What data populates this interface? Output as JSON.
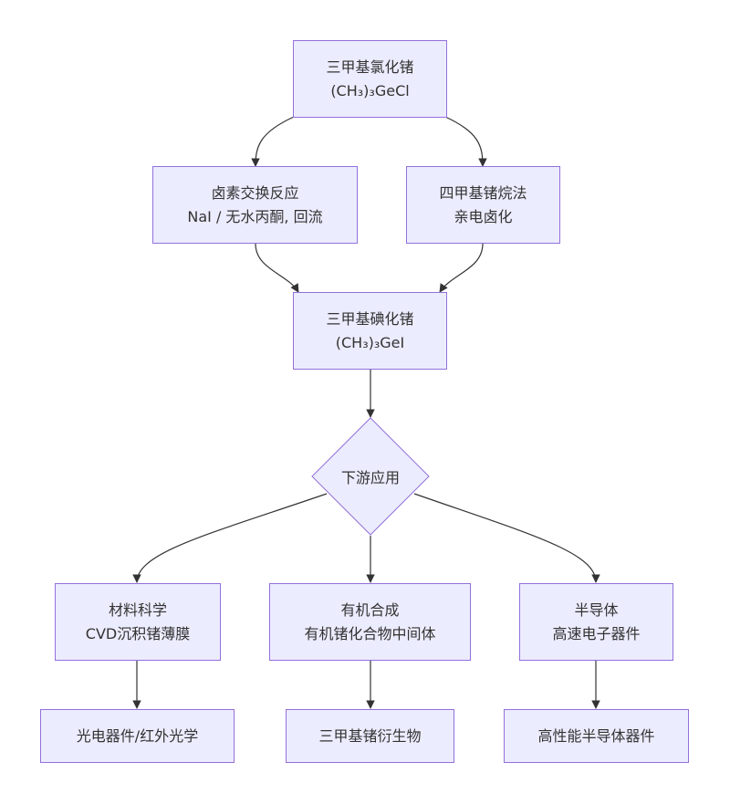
{
  "nodes": {
    "start": {
      "line1": "三甲基氯化锗",
      "line2": "(CH₃)₃GeCl"
    },
    "halogen_exchange": {
      "line1": "卤素交换反应",
      "line2": "NaI / 无水丙酮, 回流"
    },
    "tetramethyl": {
      "line1": "四甲基锗烷法",
      "line2": "亲电卤化"
    },
    "product": {
      "line1": "三甲基碘化锗",
      "line2": "(CH₃)₃GeI"
    },
    "decision": {
      "label": "下游应用"
    },
    "materials": {
      "line1": "材料科学",
      "line2": "CVD沉积锗薄膜"
    },
    "organic": {
      "line1": "有机合成",
      "line2": "有机锗化合物中间体"
    },
    "semiconductor": {
      "line1": "半导体",
      "line2": "高速电子器件"
    },
    "optoelectronic": {
      "line1": "光电器件/红外光学"
    },
    "derivatives": {
      "line1": "三甲基锗衍生物"
    },
    "high_perf": {
      "line1": "高性能半导体器件"
    }
  },
  "colors": {
    "node_fill": "#ECECFF",
    "node_border": "#9370DB",
    "edge": "#333333",
    "text": "#333333"
  }
}
